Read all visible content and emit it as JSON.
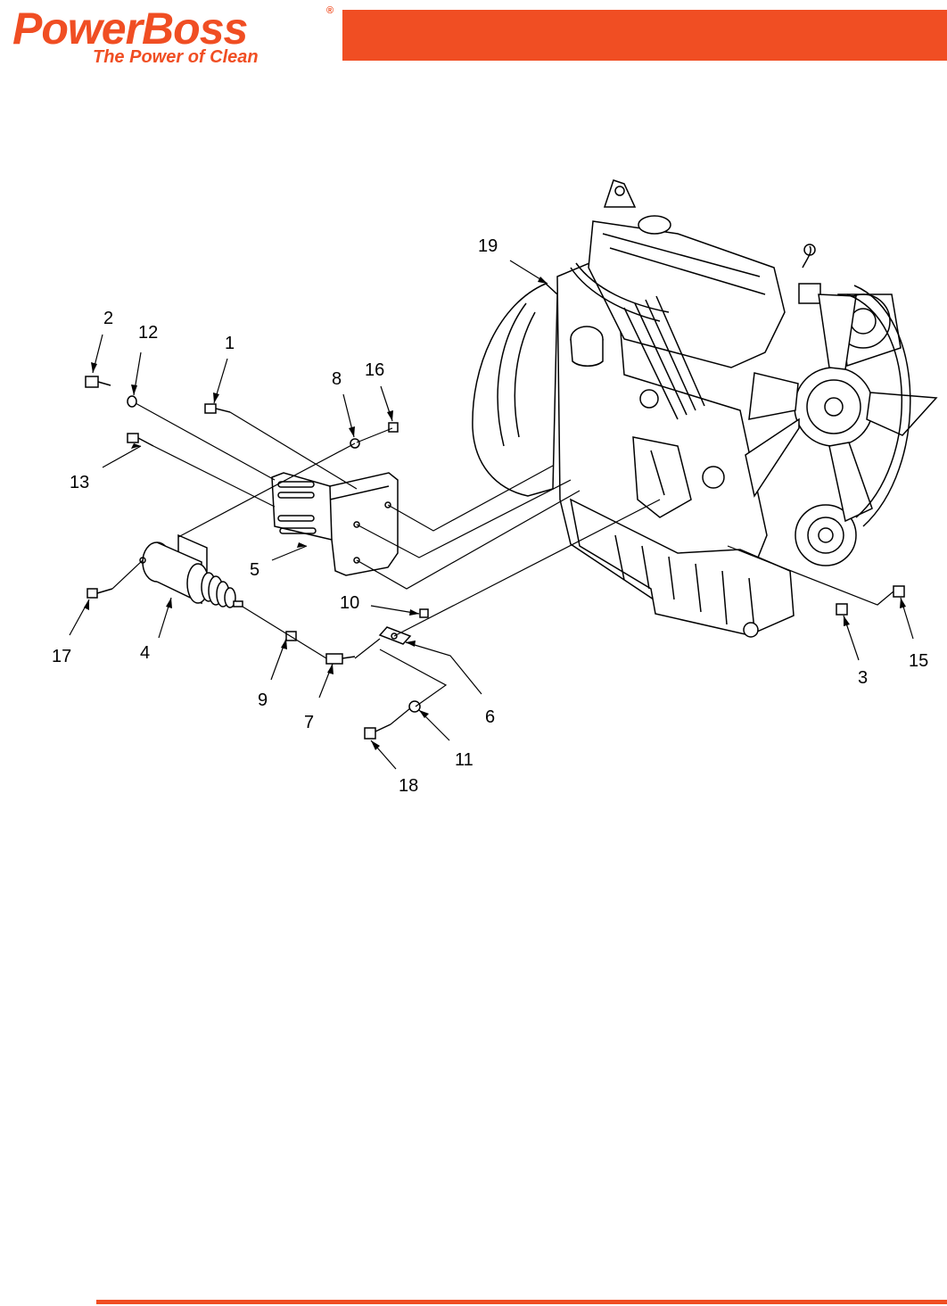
{
  "brand": {
    "name": "PowerBoss",
    "registered": "®",
    "tagline": "The Power of Clean",
    "color": "#f04e23"
  },
  "callouts": [
    "1",
    "2",
    "3",
    "4",
    "5",
    "6",
    "7",
    "8",
    "9",
    "10",
    "11",
    "12",
    "13",
    "15",
    "16",
    "17",
    "18",
    "19"
  ]
}
